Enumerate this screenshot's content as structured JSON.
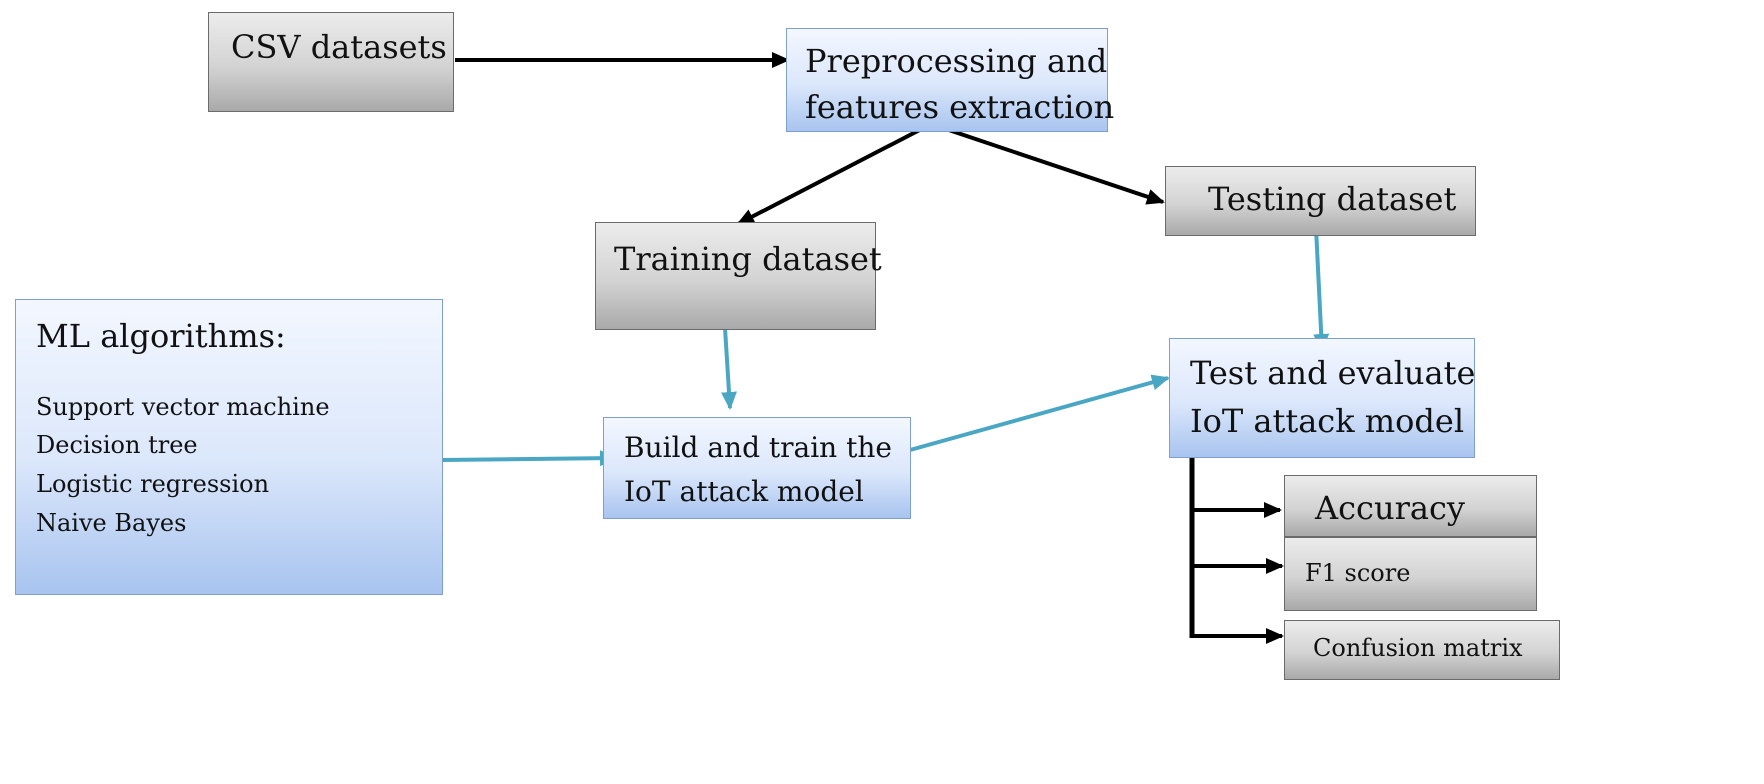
{
  "nodes": {
    "csv": {
      "label": "CSV datasets"
    },
    "preprocess": {
      "line1": "Preprocessing and",
      "line2": "features extraction"
    },
    "training": {
      "label": "Training dataset"
    },
    "testing": {
      "label": "Testing dataset"
    },
    "ml": {
      "title": "ML algorithms:",
      "items": [
        "Support vector machine",
        "Decision tree",
        "Logistic regression",
        "Naive Bayes"
      ]
    },
    "build": {
      "line1": "Build and train the",
      "line2": "IoT attack model"
    },
    "test_eval": {
      "line1": "Test and evaluate",
      "line2": "IoT attack model"
    },
    "accuracy": {
      "label": "Accuracy"
    },
    "f1": {
      "label": "F1 score"
    },
    "confusion": {
      "label": "Confusion matrix"
    }
  },
  "colors": {
    "black_arrow": "#000000",
    "teal_arrow": "#4aa7c4"
  }
}
